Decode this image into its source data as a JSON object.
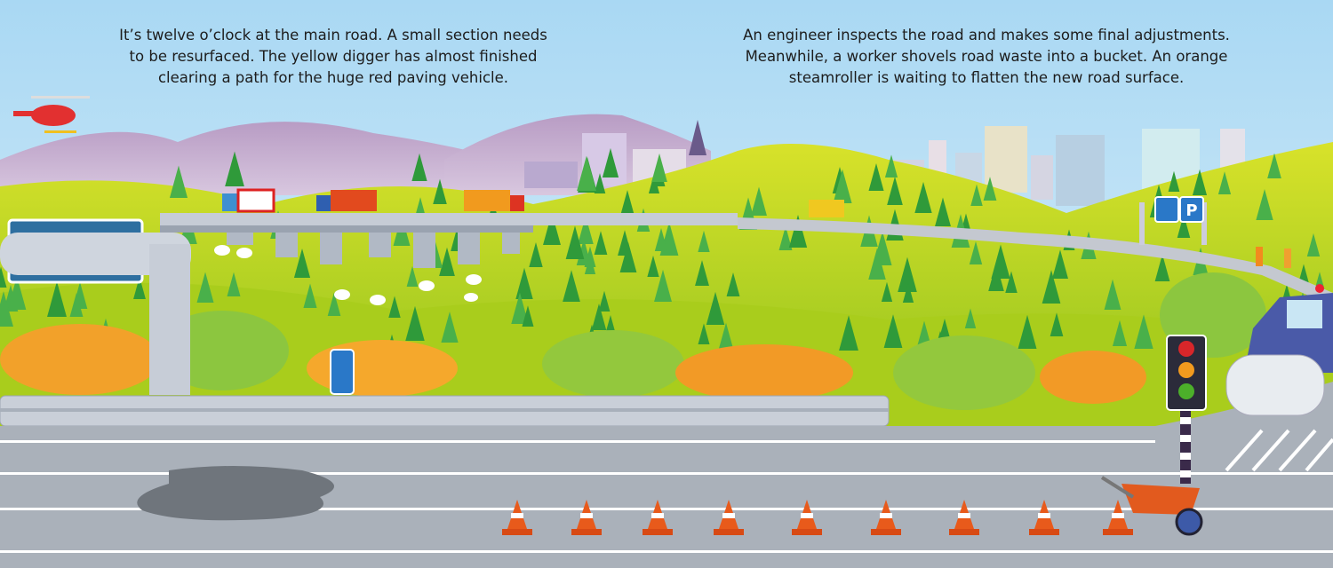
{
  "captions": {
    "left": [
      "It’s twelve o’clock at the main road. A small section needs",
      "to be resurfaced. The yellow digger has almost finished",
      "clearing a path for the huge red paving vehicle."
    ],
    "right": [
      "An engineer inspects the road and makes some final adjustments.",
      "Meanwhile, a worker shovels road waste into a bucket. An orange",
      "steamroller is waiting to flatten the new road surface."
    ]
  },
  "signs": {
    "parking": "P"
  },
  "colors": {
    "sky": "#bfe2f6",
    "road": "#aab1ba",
    "grass": "#b9d81f",
    "cone": "#e85a1b",
    "steamroller": "#4a5aa8"
  }
}
